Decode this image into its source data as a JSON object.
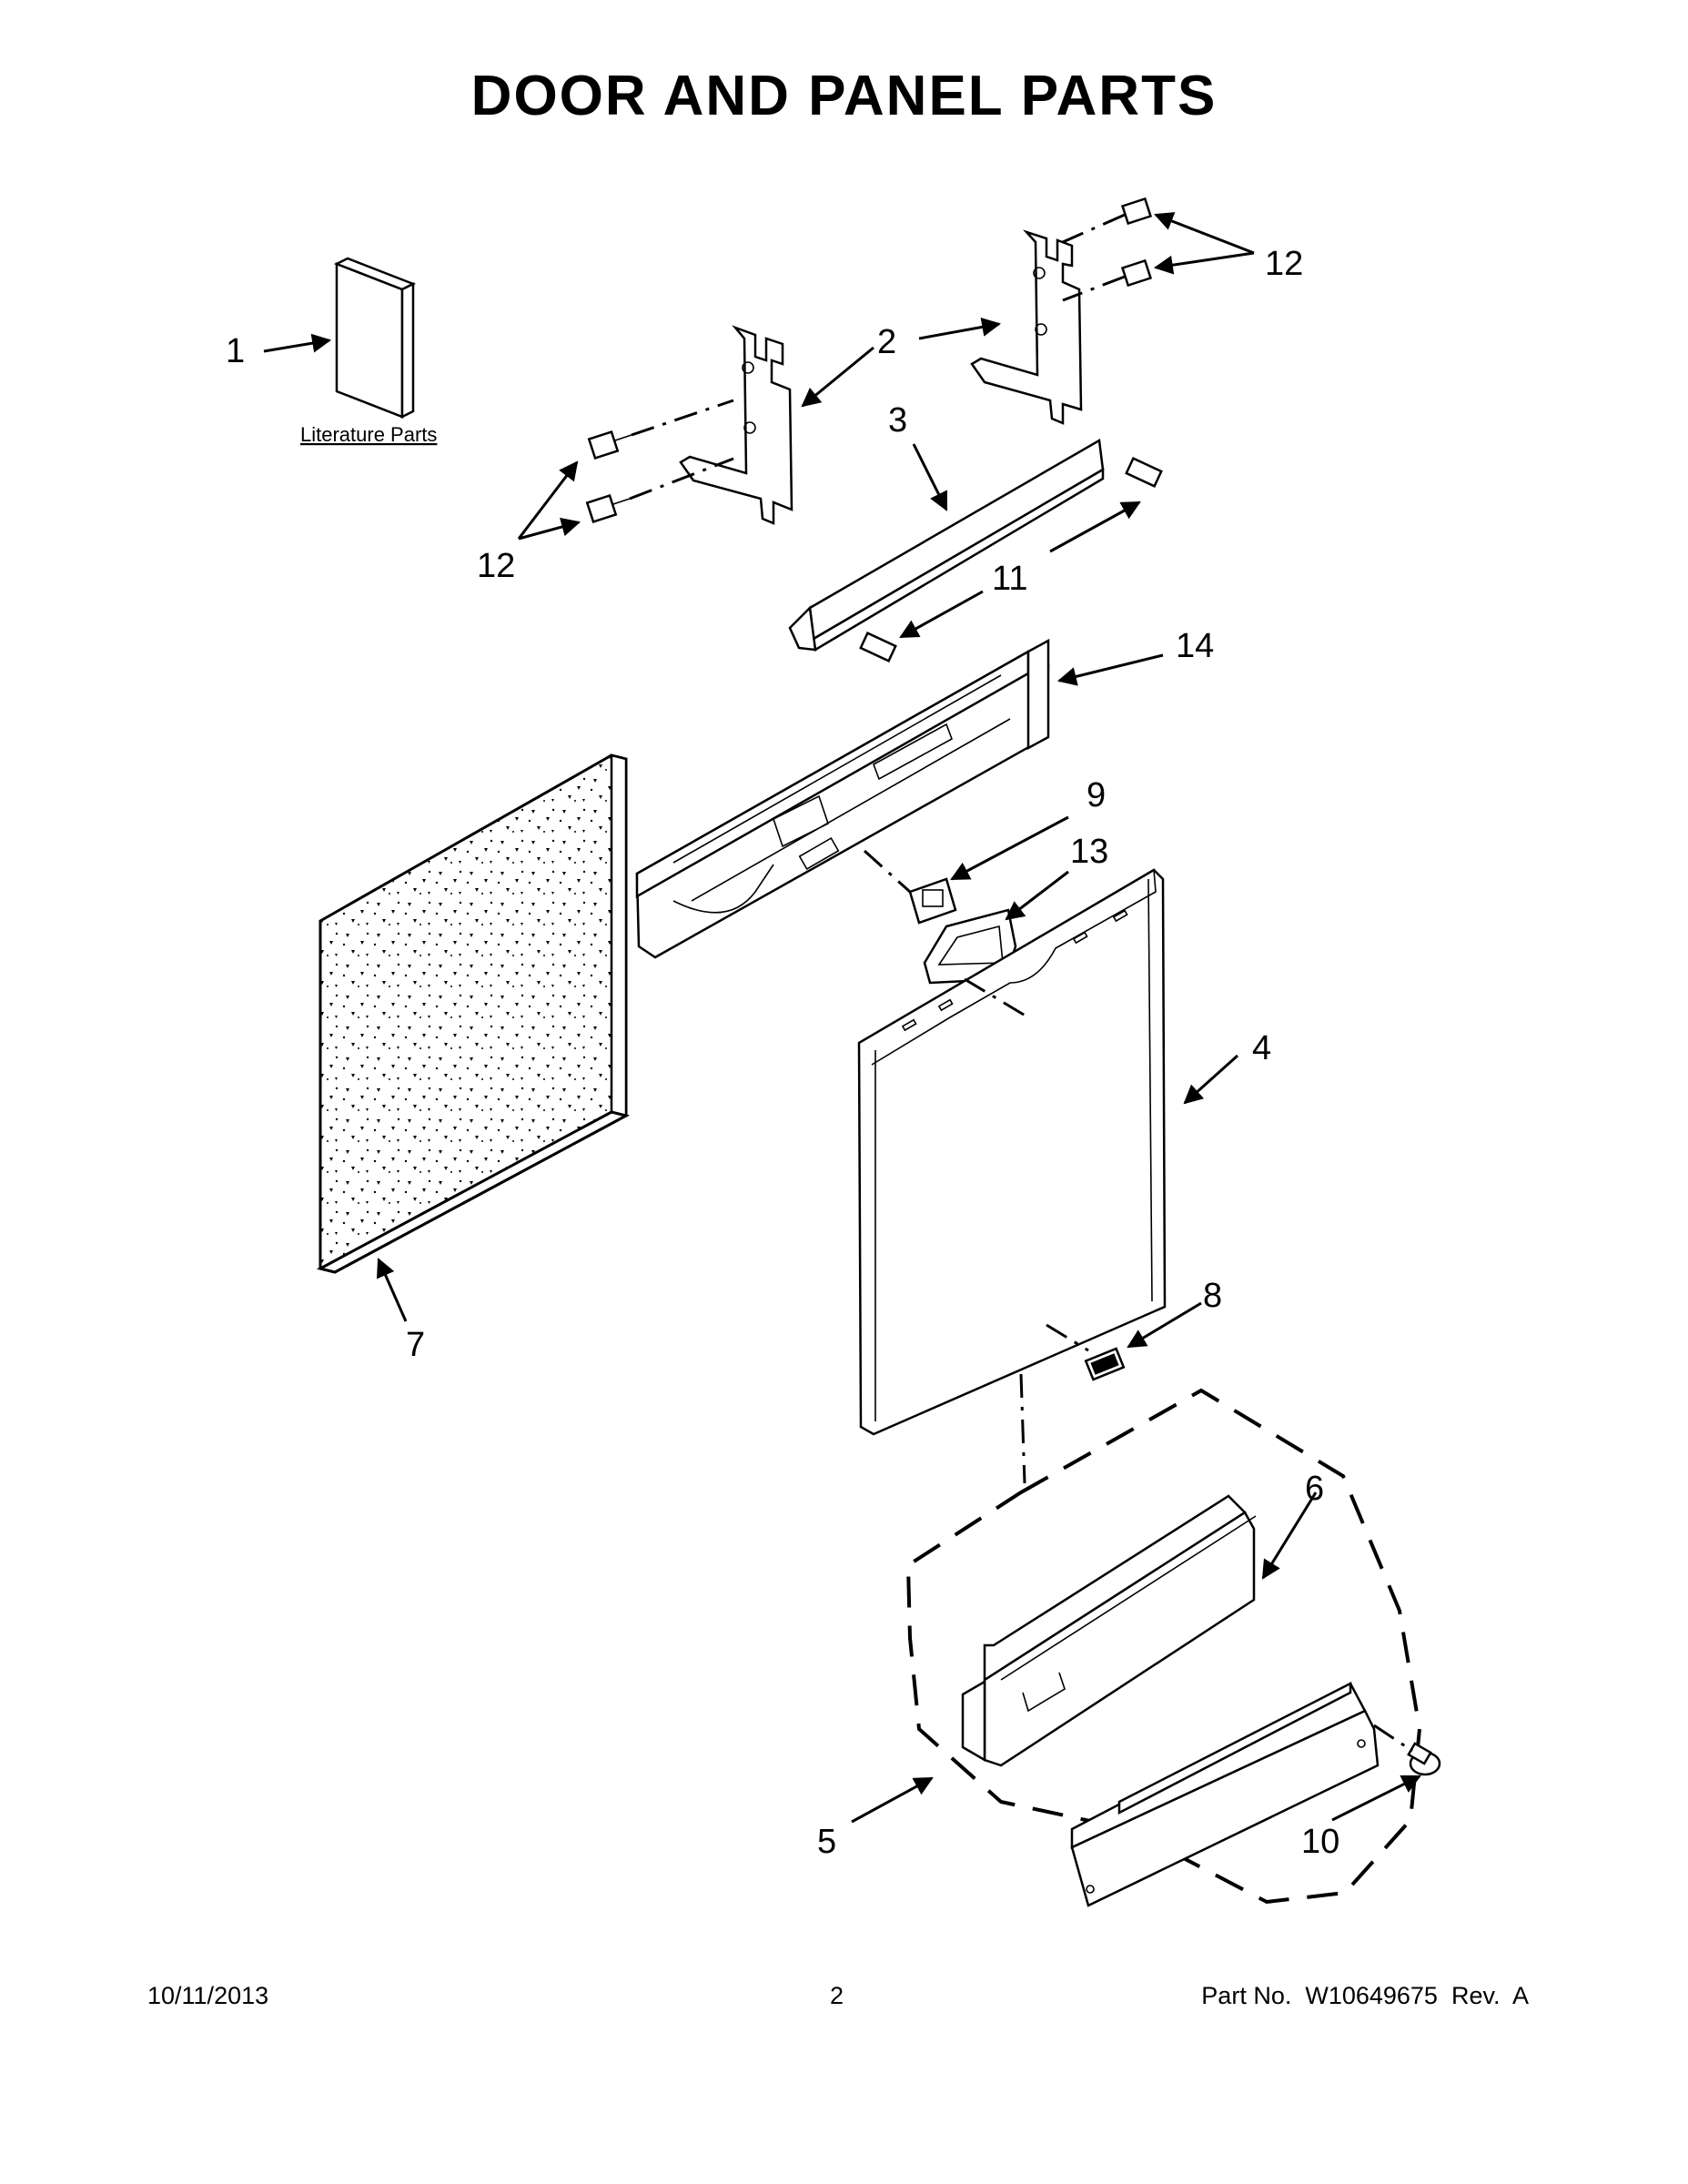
{
  "title": "DOOR AND PANEL PARTS",
  "literature_label": "Literature Parts",
  "callouts": {
    "c1": "1",
    "c2": "2",
    "c3": "3",
    "c4": "4",
    "c5": "5",
    "c6": "6",
    "c7": "7",
    "c8": "8",
    "c9": "9",
    "c10": "10",
    "c11": "11",
    "c12a": "12",
    "c12b": "12",
    "c13": "13",
    "c14": "14"
  },
  "footer": {
    "date": "10/11/2013",
    "page": "2",
    "part": "Part No.  W10649675  Rev.  A"
  }
}
